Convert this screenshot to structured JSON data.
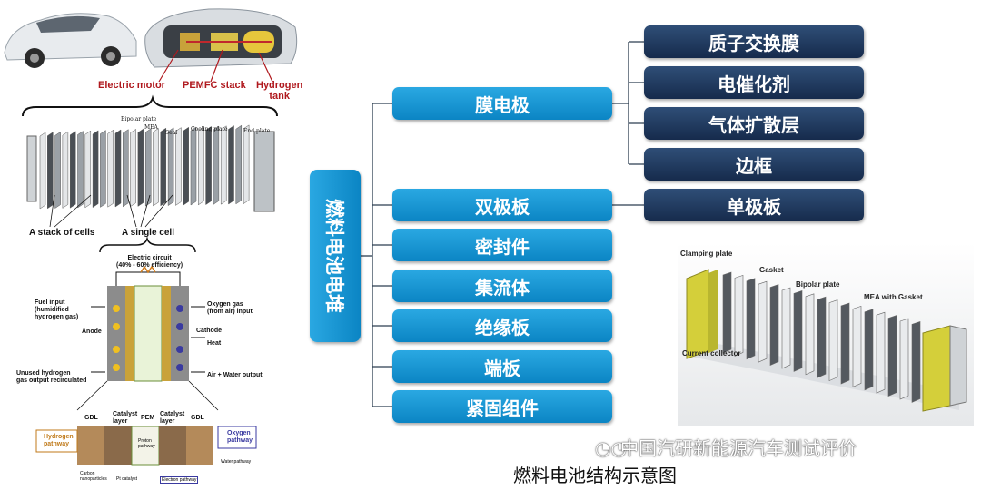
{
  "left_panel": {
    "car_labels": [
      "Electric motor",
      "PEMFC stack",
      "Hydrogen\ntank"
    ],
    "stack_labels": {
      "bipolar": "Bipolar plate",
      "mea": "MEA",
      "seal": "Seal",
      "cooling": "Cooling plate",
      "end": "End plate",
      "stack_of_cells": "A stack of cells",
      "single_cell": "A single cell"
    },
    "cell_labels": {
      "circuit": "Electric circuit\n(40% - 60% efficiency)",
      "fuel": "Fuel input\n(humidified\nhydrogen gas)",
      "oxygen": "Oxygen gas\n(from air) input",
      "anode": "Anode",
      "cathode": "Cathode",
      "heat": "Heat",
      "unused": "Unused hydrogen\ngas output recirculated",
      "air_water": "Air + Water output"
    },
    "layer_labels": {
      "gdl_left": "GDL",
      "catalyst_left": "Catalyst\nlayer",
      "pem": "PEM",
      "catalyst_right": "Catalyst\nlayer",
      "gdl_right": "GDL",
      "hydrogen_pathway": "Hydrogen\npathway",
      "oxygen_pathway": "Oxygen\npathway",
      "proton_pathway": "Proton\npathway",
      "water_pathway": "Water pathway",
      "carbon": "Carbon\nnanoparticles",
      "pt": "Pt catalyst",
      "electron_pathway": "Electron pathway"
    }
  },
  "tree": {
    "root": "燃料电池电堆",
    "level1": [
      "膜电极",
      "双极板",
      "密封件",
      "集流体",
      "绝缘板",
      "端板",
      "紧固组件"
    ],
    "mea_children": [
      "质子交换膜",
      "电催化剂",
      "气体扩散层",
      "边框"
    ],
    "bipolar_children": [
      "单极板"
    ]
  },
  "photo_labels": {
    "clamping": "Clamping plate",
    "gasket": "Gasket",
    "bipolar": "Bipolar plate",
    "mea": "MEA with Gasket",
    "collector": "Current collector"
  },
  "watermark": "中国汽研新能源汽车测试评价",
  "caption": "燃料电池结构示意图",
  "colors": {
    "level1": "#1996d6",
    "level2": "#1f3a60",
    "connector": "#2c3e50"
  }
}
